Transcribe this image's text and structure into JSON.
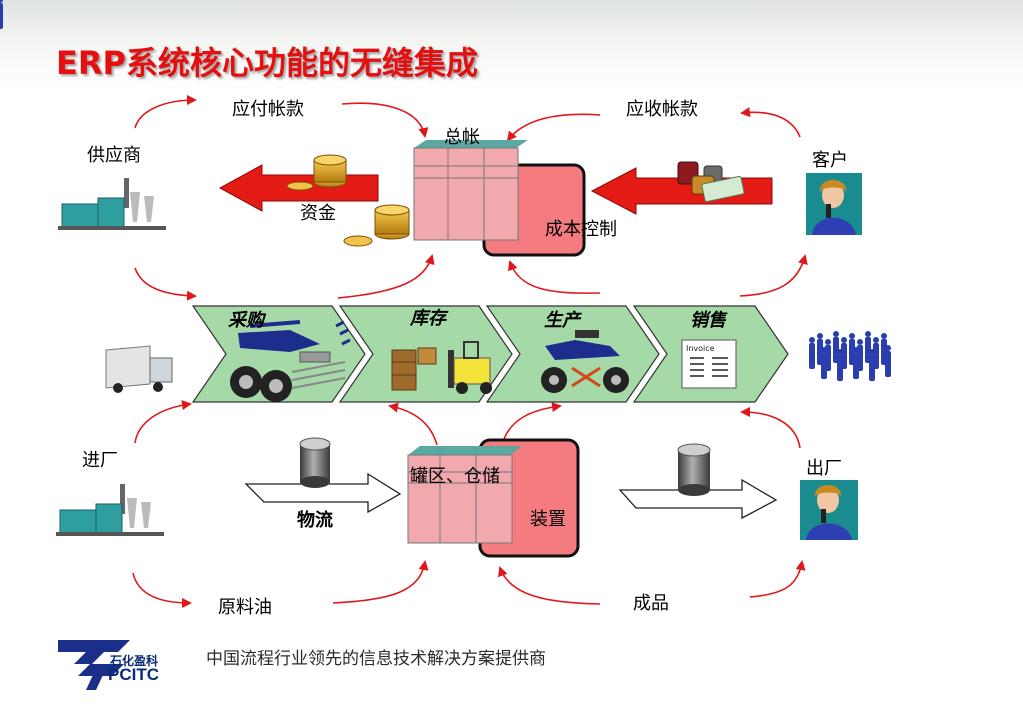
{
  "title": "ERP系统核心功能的无缝集成",
  "top": {
    "payable": "应付帐款",
    "receivable": "应收帐款",
    "ledger": "总帐",
    "supplier": "供应商",
    "customer": "客户",
    "funds": "资金",
    "cost_control": "成本控制"
  },
  "process": {
    "stages": [
      "采购",
      "库存",
      "生产",
      "销售"
    ],
    "invoice_label": "Invoice"
  },
  "bottom": {
    "inbound": "进厂",
    "outbound": "出厂",
    "logistics": "物流",
    "tank_storage": "罐区、仓储",
    "device": "装置",
    "crude_oil": "原料油",
    "finished_product": "成品"
  },
  "footer": {
    "tagline": "中国流程行业领先的信息技术解决方案提供商",
    "logo_cn": "石化盈科",
    "logo_en": "PCITC"
  },
  "colors": {
    "title_red": "#e3100f",
    "arrow_red": "#e0181b",
    "chevron_green": "#a6d9a8",
    "box_pink": "#f2a9ae",
    "box_red": "#f47b80",
    "logo_blue": "#0b2a78"
  },
  "icons": [
    "factory-icon",
    "coin-stack-icon",
    "cash-icon",
    "woman-phone-icon",
    "truck-icon",
    "forklift-icon",
    "motorcycle-icon",
    "invoice-icon",
    "crowd-icon",
    "oil-tank-icon",
    "pcitc-logo"
  ]
}
